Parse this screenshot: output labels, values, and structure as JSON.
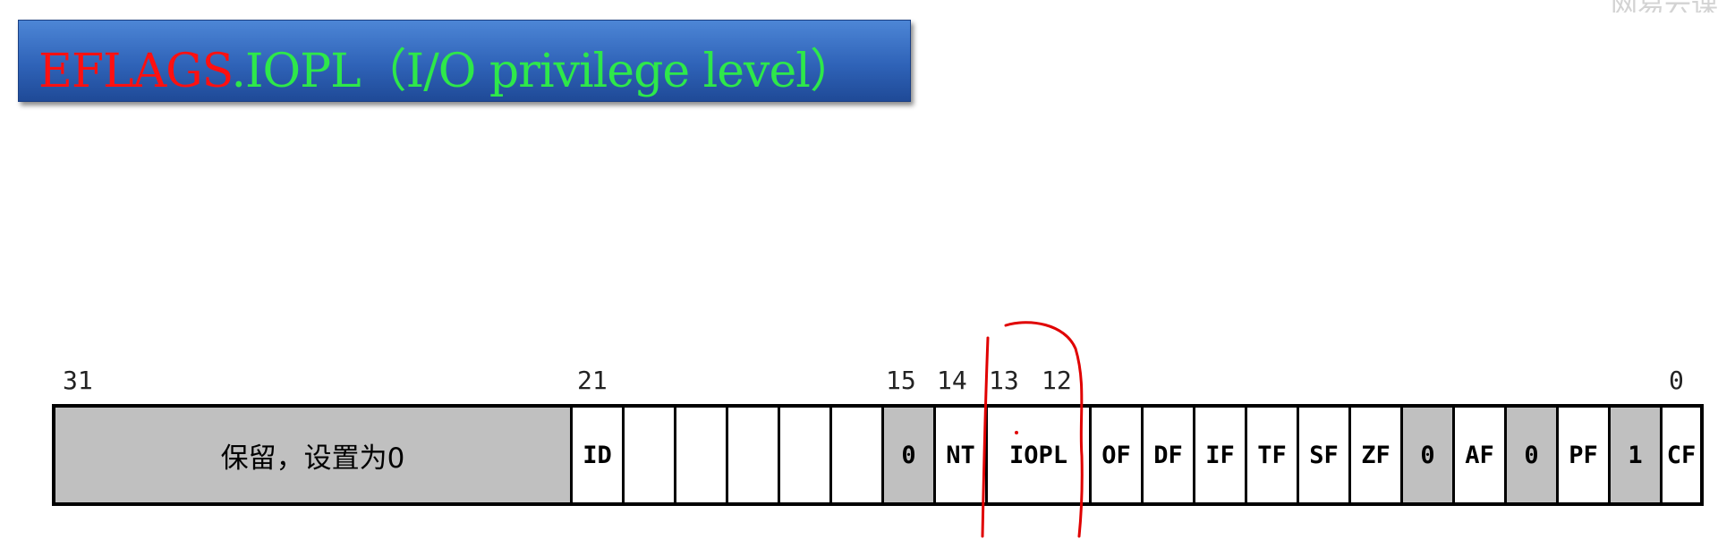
{
  "title": {
    "red_part": "EFLAGS",
    "green_part": ".IOPL（I/O privilege level）"
  },
  "watermark": "网易云课",
  "bit_positions": [
    "31",
    "21",
    "15",
    "14",
    "13",
    "12",
    "0"
  ],
  "register": {
    "reserved_label": "保留，设置为0",
    "fields": [
      "ID",
      "",
      "",
      "",
      "",
      "",
      "0",
      "NT",
      "IOPL",
      "OF",
      "DF",
      "IF",
      "TF",
      "SF",
      "ZF",
      "0",
      "AF",
      "0",
      "PF",
      "1",
      "CF"
    ],
    "gray_fields": [
      "0",
      "0",
      "0",
      "1"
    ]
  },
  "colors": {
    "banner": "#2f63b8",
    "title_red": "#ff1010",
    "title_green": "#2ee84a",
    "reserved_fill": "#c0c0c0",
    "annotation": "#e00000"
  },
  "annotation": {
    "highlighted_field": "IOPL",
    "style": "red hand-drawn bracket"
  }
}
